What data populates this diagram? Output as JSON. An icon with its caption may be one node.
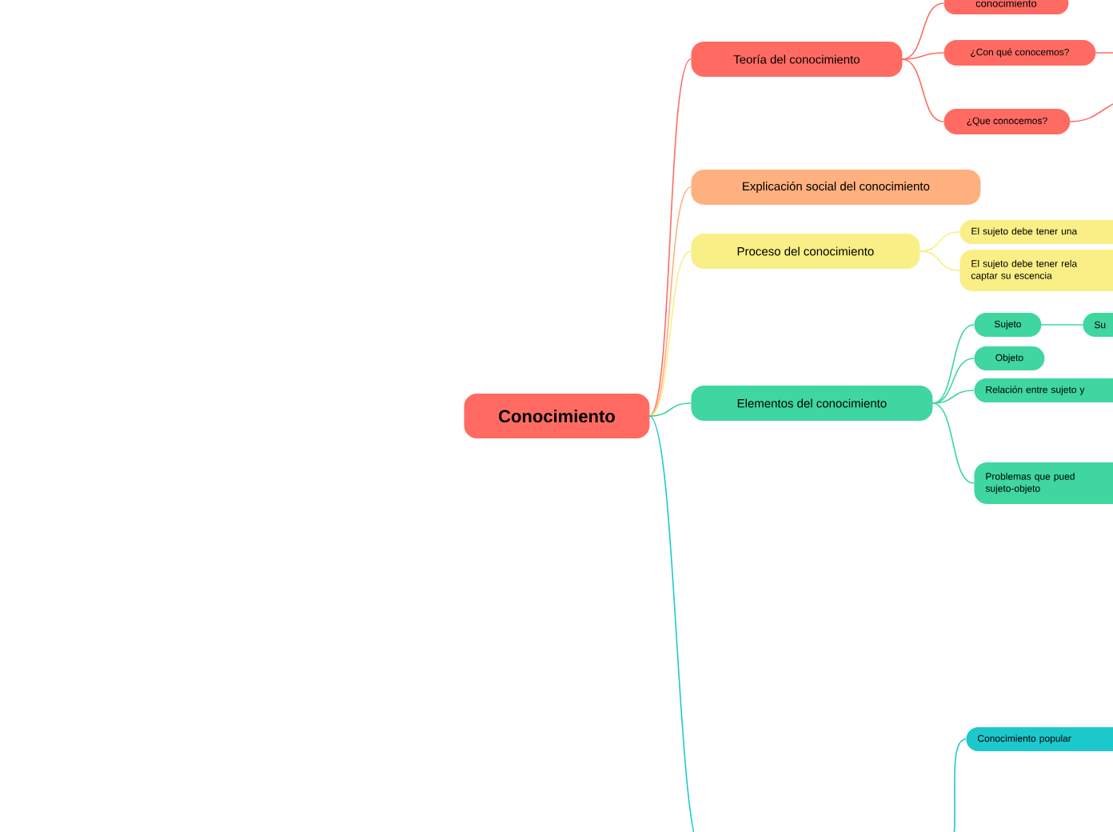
{
  "diagram": {
    "nodes": [
      {
        "text": [
          "Conocimiento"
        ]
      },
      {
        "text": [
          "Teoría del conocimiento"
        ]
      },
      {
        "text": [
          "conocimiento"
        ]
      },
      {
        "text": [
          "¿Con qué conocemos?"
        ]
      },
      {
        "text": [
          "¿Que conocemos?"
        ]
      },
      {
        "text": [
          "Explicación social del conocimiento"
        ]
      },
      {
        "text": [
          "Proceso del conocimiento"
        ]
      },
      {
        "text": [
          "El sujeto debe tener una"
        ]
      },
      {
        "text": [
          "El sujeto debe tener rela captar su escencia"
        ]
      },
      {
        "text": [
          "Elementos del conocimiento"
        ]
      },
      {
        "text": [
          "Sujeto"
        ]
      },
      {
        "text": [
          "Su"
        ]
      },
      {
        "text": [
          "Objeto"
        ]
      },
      {
        "text": [
          "Relación entre sujeto y"
        ]
      },
      {
        "text": [
          "Problemas que pued sujeto-objeto"
        ]
      },
      {
        "text": [
          "Conocimiento popular"
        ]
      }
    ],
    "edges": [
      {
        "from": 0,
        "to": 1,
        "arrow": "none",
        "color": "#ff6b63"
      },
      {
        "from": 0,
        "to": 5,
        "arrow": "none",
        "color": "#ffb07f"
      },
      {
        "from": 0,
        "to": 6,
        "arrow": "none",
        "color": "#f9ef86"
      },
      {
        "from": 0,
        "to": 9,
        "arrow": "none",
        "color": "#3fd6a0"
      },
      {
        "from": 0,
        "to": null,
        "arrow": "none",
        "color": "#1cc8cc"
      },
      {
        "from": 1,
        "to": 2,
        "arrow": "none",
        "color": "#ff6b63"
      },
      {
        "from": 1,
        "to": 3,
        "arrow": "none",
        "color": "#ff6b63"
      },
      {
        "from": 1,
        "to": 4,
        "arrow": "none",
        "color": "#ff6b63"
      },
      {
        "from": 3,
        "to": null,
        "arrow": "none",
        "color": "#ff6b63"
      },
      {
        "from": 4,
        "to": null,
        "arrow": "none",
        "color": "#ff6b63"
      },
      {
        "from": 6,
        "to": 7,
        "arrow": "none",
        "color": "#f9ef86"
      },
      {
        "from": 6,
        "to": 8,
        "arrow": "none",
        "color": "#f9ef86"
      },
      {
        "from": 9,
        "to": 10,
        "arrow": "none",
        "color": "#3fd6a0"
      },
      {
        "from": 9,
        "to": 12,
        "arrow": "none",
        "color": "#3fd6a0"
      },
      {
        "from": 9,
        "to": 13,
        "arrow": "none",
        "color": "#3fd6a0"
      },
      {
        "from": 9,
        "to": 14,
        "arrow": "none",
        "color": "#3fd6a0"
      },
      {
        "from": 10,
        "to": 11,
        "arrow": "none",
        "color": "#3fd6a0"
      },
      {
        "from": null,
        "to": 15,
        "arrow": "none",
        "color": "#1cc8cc"
      }
    ]
  }
}
